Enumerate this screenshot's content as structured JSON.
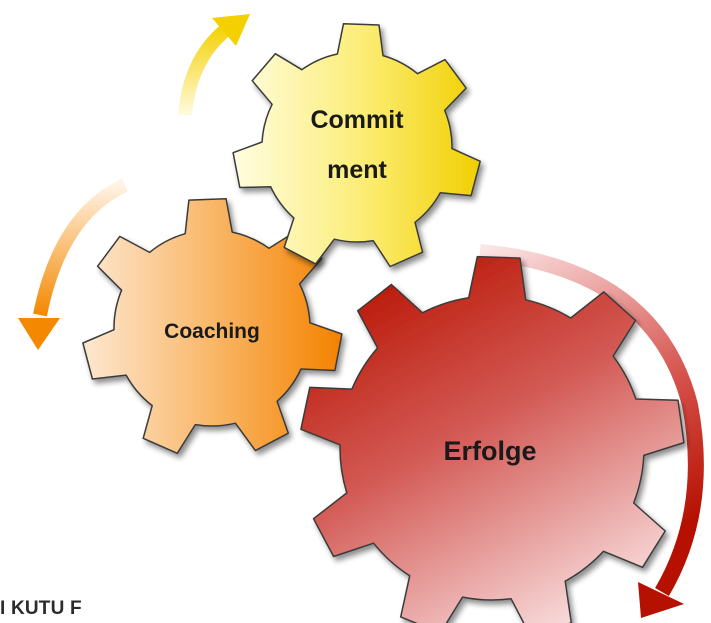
{
  "gears": {
    "commitment": {
      "line1": "Commit",
      "line2": "ment"
    },
    "coaching": {
      "label": "Coaching"
    },
    "erfolge": {
      "label": "Erfolge"
    }
  },
  "footer": {
    "text": "I KUTU F"
  },
  "colors": {
    "commitment_light": "#fffde0",
    "commitment_dark": "#f2d400",
    "coaching_light": "#fde7cf",
    "coaching_dark": "#f7890c",
    "erfolge_light": "#fbe3e3",
    "erfolge_dark": "#b81200",
    "outline": "#3a3a3a",
    "arrow_yellow": "#f5d400",
    "arrow_orange": "#f58a00",
    "arrow_red": "#c0180c"
  },
  "icons": [
    "curved-arrow-yellow-icon",
    "curved-arrow-orange-icon",
    "curved-arrow-red-icon"
  ]
}
